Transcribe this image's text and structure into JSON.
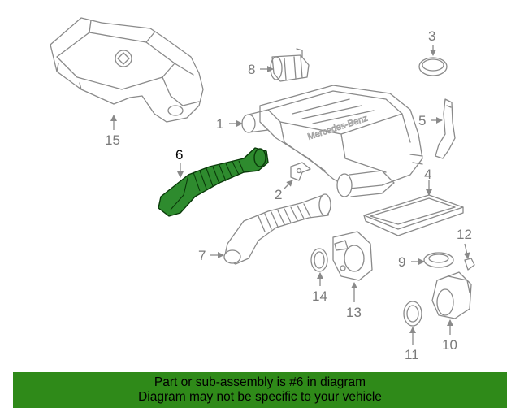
{
  "diagram": {
    "callouts": [
      {
        "id": "1",
        "label": "1"
      },
      {
        "id": "2",
        "label": "2"
      },
      {
        "id": "3",
        "label": "3"
      },
      {
        "id": "4",
        "label": "4"
      },
      {
        "id": "5",
        "label": "5"
      },
      {
        "id": "6",
        "label": "6",
        "highlighted": true
      },
      {
        "id": "7",
        "label": "7"
      },
      {
        "id": "8",
        "label": "8"
      },
      {
        "id": "9",
        "label": "9"
      },
      {
        "id": "10",
        "label": "10"
      },
      {
        "id": "11",
        "label": "11"
      },
      {
        "id": "12",
        "label": "12"
      },
      {
        "id": "13",
        "label": "13"
      },
      {
        "id": "14",
        "label": "14"
      },
      {
        "id": "15",
        "label": "15"
      }
    ],
    "housing_lettering": "Mercedes-Benz",
    "highlight_color": "#2e8b2e"
  },
  "banner": {
    "line1": "Part or sub-assembly is #6 in diagram",
    "line2": "Diagram may not be specific to your vehicle",
    "background": "#2f8a19"
  }
}
